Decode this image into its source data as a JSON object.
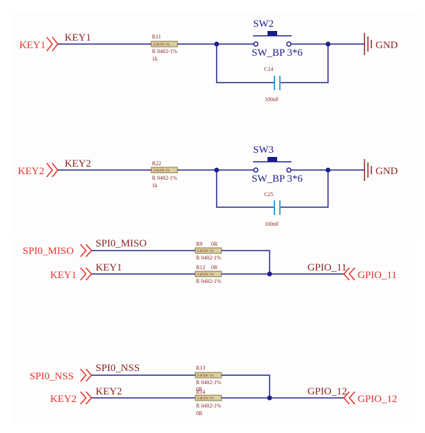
{
  "colors": {
    "wire": "#1e1e8a",
    "port": "#e8302a",
    "net": "#8a1e1e",
    "switch": "#1a1a8a",
    "cap": "#2aa6d6",
    "resistor_fill": "#d9cfa0",
    "background": "#fdfdfd"
  },
  "key1_circuit": {
    "port_label": "KEY1",
    "net_label": "KEY1",
    "resistor": {
      "ref": "R11",
      "rating": "0.063W 1%",
      "package": "R 0402-1%",
      "value": "1k"
    },
    "switch": {
      "ref": "SW2",
      "part": "SW_BP 3*6"
    },
    "capacitor": {
      "ref": "C14",
      "value": "100nF"
    },
    "gnd_label": "GND"
  },
  "key2_circuit": {
    "port_label": "KEY2",
    "net_label": "KEY2",
    "resistor": {
      "ref": "R22",
      "rating": "0.063W 1%",
      "package": "R 0402-1%",
      "value": "1k"
    },
    "switch": {
      "ref": "SW3",
      "part": "SW_BP 3*6"
    },
    "capacitor": {
      "ref": "C25",
      "value": "100nF"
    },
    "gnd_label": "GND"
  },
  "gpio11_mux": {
    "in1": {
      "port_label": "SPI0_MISO",
      "net_label": "SPI0_MISO",
      "ref": "R9",
      "value": "0R",
      "rating": "0.063W 1%",
      "package": "R 0402-1%"
    },
    "in2": {
      "port_label": "KEY1",
      "net_label": "KEY1",
      "ref": "R12",
      "value": "0R",
      "rating": "0.063W 1%",
      "package": "R 0402-1%"
    },
    "out_net_label": "GPIO_11",
    "out_port_label": "GPIO_11"
  },
  "gpio12_mux": {
    "in1": {
      "port_label": "SPI0_NSS",
      "net_label": "SPI0_NSS",
      "ref": "R13",
      "rating": "0.063W 1%",
      "package": "R 0402-1%"
    },
    "in2": {
      "port_label": "KEY2",
      "net_label": "KEY2",
      "ref": "R14",
      "ref_overlap": "0R",
      "rating": "0.063W 1%",
      "package": "R 0402-1%",
      "value": "0R"
    },
    "out_net_label": "GPIO_12",
    "out_port_label": "GPIO_12"
  }
}
